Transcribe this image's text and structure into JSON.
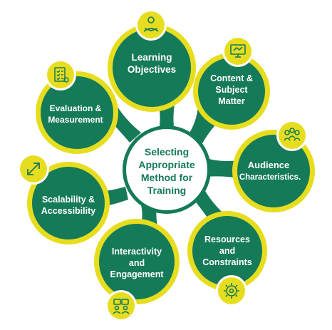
{
  "center": {
    "line1": "Selecting",
    "line2": "Appropriate",
    "line3": "Method for",
    "line4": "Training"
  },
  "nodes": {
    "learning": {
      "line1": "Learning",
      "line2": "Objectives",
      "icon": "learner-book-icon"
    },
    "content": {
      "line1": "Content &",
      "line2": "Subject",
      "line3": "Matter",
      "icon": "monitor-icon"
    },
    "audience": {
      "line1": "Audience",
      "line2": "Characteristics.",
      "icon": "audience-group-icon"
    },
    "resources": {
      "line1": "Resources",
      "line2": "and",
      "line3": "Constraints",
      "icon": "gear-settings-icon"
    },
    "interactivity": {
      "line1": "Interactivity",
      "line2": "and",
      "line3": "Engagement",
      "icon": "collaboration-icon"
    },
    "scalability": {
      "line1": "Scalability &",
      "line2": "Accessibility",
      "icon": "expand-arrows-icon"
    },
    "evaluation": {
      "line1": "Evaluation &",
      "line2": "Measurement",
      "icon": "checklist-icon"
    }
  },
  "colors": {
    "green": "#157a58",
    "yellow": "#e7dd1f",
    "white": "#ffffff"
  }
}
